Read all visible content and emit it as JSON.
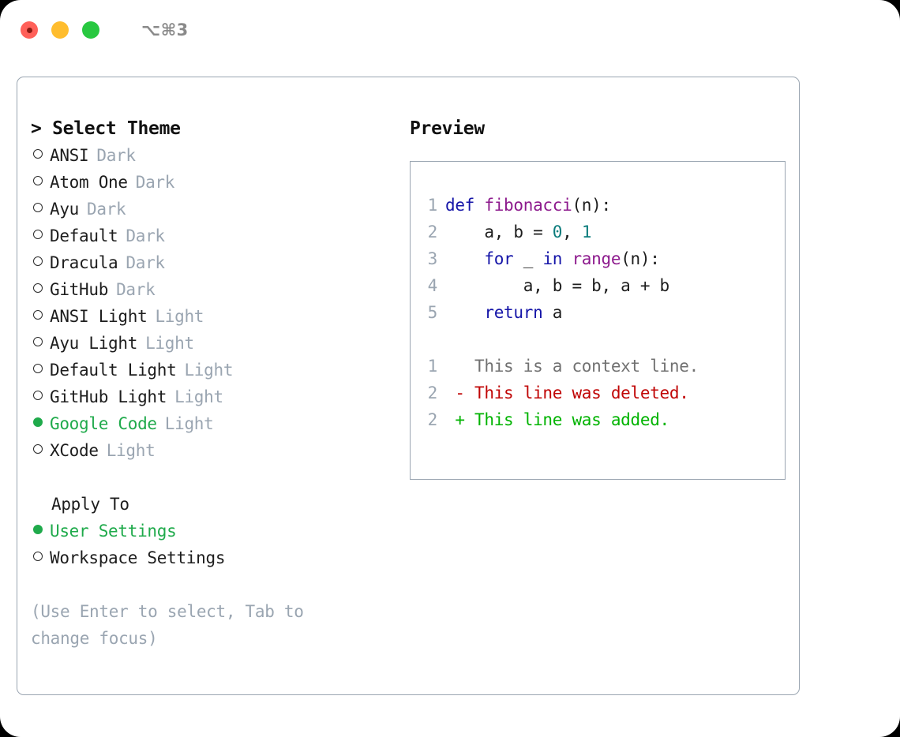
{
  "titlebar": {
    "buttons": [
      {
        "name": "close",
        "color": "#ff6059"
      },
      {
        "name": "minimize",
        "color": "#ffbd2e"
      },
      {
        "name": "maximize",
        "color": "#28c840"
      }
    ],
    "shortcut": "⌥⌘3"
  },
  "colors": {
    "accent_green": "#1faa4b",
    "muted": "#9aa5b1",
    "border": "#9aa5b1",
    "text": "#1d1d1d",
    "keyword": "#1515a8",
    "function": "#8d1a8d",
    "number": "#0b7c7c",
    "diff_add": "#00b300",
    "diff_del": "#c00606",
    "diff_ctx": "#717171"
  },
  "theme_picker": {
    "heading_prefix": ">",
    "heading": "Select Theme",
    "items": [
      {
        "marker": "hollow",
        "label": "ANSI",
        "variant": "Dark",
        "selected": false
      },
      {
        "marker": "hollow",
        "label": "Atom One",
        "variant": "Dark",
        "selected": false
      },
      {
        "marker": "hollow",
        "label": "Ayu",
        "variant": "Dark",
        "selected": false
      },
      {
        "marker": "hollow",
        "label": "Default",
        "variant": "Dark",
        "selected": false
      },
      {
        "marker": "hollow",
        "label": "Dracula",
        "variant": "Dark",
        "selected": false
      },
      {
        "marker": "hollow",
        "label": "GitHub",
        "variant": "Dark",
        "selected": false
      },
      {
        "marker": "hollow",
        "label": "ANSI Light",
        "variant": "Light",
        "selected": false
      },
      {
        "marker": "hollow",
        "label": "Ayu Light",
        "variant": "Light",
        "selected": false
      },
      {
        "marker": "hollow",
        "label": "Default Light",
        "variant": "Light",
        "selected": false
      },
      {
        "marker": "hollow",
        "label": "GitHub Light",
        "variant": "Light",
        "selected": false
      },
      {
        "marker": "filled",
        "label": "Google Code",
        "variant": "Light",
        "selected": true
      },
      {
        "marker": "hollow",
        "label": "XCode",
        "variant": "Light",
        "selected": false
      }
    ]
  },
  "apply_to": {
    "heading": "Apply To",
    "items": [
      {
        "marker": "filled",
        "label": "User Settings",
        "selected": true
      },
      {
        "marker": "hollow",
        "label": "Workspace Settings",
        "selected": false
      }
    ]
  },
  "hint": "(Use Enter to select, Tab to change focus)",
  "preview": {
    "title": "Preview",
    "code_lines": [
      {
        "num": "1",
        "tokens": [
          {
            "t": "def ",
            "c": "tok-kw"
          },
          {
            "t": "fibonacci",
            "c": "tok-fn"
          },
          {
            "t": "(n):",
            "c": "tok-punct"
          }
        ]
      },
      {
        "num": "2",
        "tokens": [
          {
            "t": "    a, b = ",
            "c": "code-text"
          },
          {
            "t": "0",
            "c": "tok-num"
          },
          {
            "t": ", ",
            "c": "code-text"
          },
          {
            "t": "1",
            "c": "tok-num"
          }
        ]
      },
      {
        "num": "3",
        "tokens": [
          {
            "t": "    ",
            "c": "code-text"
          },
          {
            "t": "for",
            "c": "tok-kw"
          },
          {
            "t": " _ ",
            "c": "code-text"
          },
          {
            "t": "in",
            "c": "tok-kw"
          },
          {
            "t": " ",
            "c": "code-text"
          },
          {
            "t": "range",
            "c": "tok-fn"
          },
          {
            "t": "(n):",
            "c": "tok-punct"
          }
        ]
      },
      {
        "num": "4",
        "tokens": [
          {
            "t": "        a, b = b, a + b",
            "c": "code-text"
          }
        ]
      },
      {
        "num": "5",
        "tokens": [
          {
            "t": "    ",
            "c": "code-text"
          },
          {
            "t": "return",
            "c": "tok-kw"
          },
          {
            "t": " a",
            "c": "code-text"
          }
        ]
      }
    ],
    "diff_lines": [
      {
        "num": "1",
        "sign": " ",
        "text": "This is a context line.",
        "kind": "diff-ctx"
      },
      {
        "num": "2",
        "sign": "-",
        "text": "This line was deleted.",
        "kind": "diff-del"
      },
      {
        "num": "2",
        "sign": "+",
        "text": "This line was added.",
        "kind": "diff-add"
      }
    ]
  }
}
